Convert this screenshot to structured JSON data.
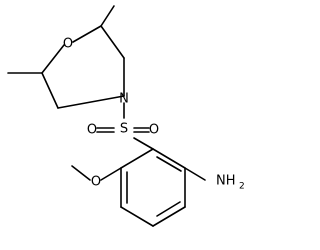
{
  "atoms": {
    "morpholine_oxygen": "O",
    "morpholine_nitrogen": "N",
    "sulfur": "S",
    "sulfonyl_oxygen_left": "O",
    "sulfonyl_oxygen_right": "O",
    "methoxy_oxygen": "O",
    "amine_main": "NH",
    "amine_subscript": "2"
  },
  "colors": {
    "bond": "#000000",
    "label": "#000000",
    "background": "#ffffff"
  }
}
